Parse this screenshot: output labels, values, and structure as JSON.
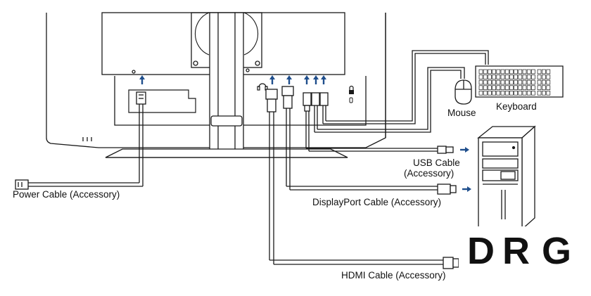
{
  "colors": {
    "arrow": "#1f4e8c",
    "line": "#1a1a1a",
    "logo_red": "#e0222a",
    "logo_black": "#111111"
  },
  "labels": {
    "power": "Power Cable (Accessory)",
    "usb_line1": "USB Cable",
    "usb_line2": "(Accessory)",
    "displayport": "DisplayPort Cable (Accessory)",
    "hdmi": "HDMI Cable (Accessory)",
    "mouse": "Mouse",
    "keyboard": "Keyboard"
  },
  "logo": {
    "text": "DRG",
    "letter_1": "D",
    "letter_2": "R",
    "letter_3": "G"
  },
  "icons": [
    "headphone-icon",
    "lock-icon",
    "up-arrow-icon",
    "right-arrow-icon"
  ]
}
